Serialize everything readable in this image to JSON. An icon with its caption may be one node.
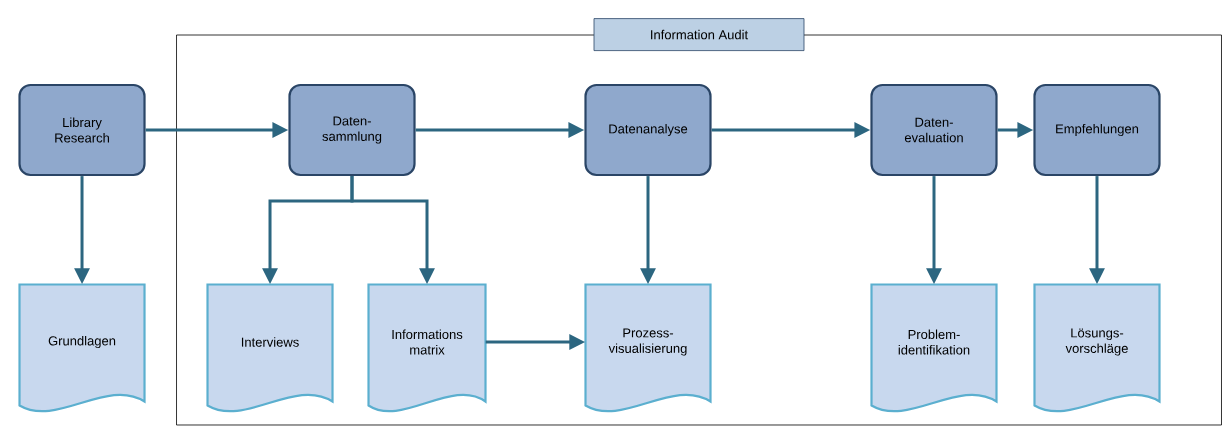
{
  "diagram": {
    "nodes": [
      {
        "text": [
          "Information Audit"
        ]
      },
      {
        "text": [
          "Library Research"
        ]
      },
      {
        "text": [
          "Daten- sammlung"
        ],
        "in": 0
      },
      {
        "text": [
          "Datenanalyse"
        ],
        "in": 0
      },
      {
        "text": [
          "Daten- evaluation"
        ],
        "in": 0
      },
      {
        "text": [
          "Empfehlungen"
        ],
        "in": 0
      },
      {
        "text": [
          "Grundlagen"
        ]
      },
      {
        "text": [
          "Interviews"
        ],
        "in": 0
      },
      {
        "text": [
          "Informations matrix"
        ],
        "in": 0
      },
      {
        "text": [
          "Prozess- visualisierung"
        ],
        "in": 0
      },
      {
        "text": [
          "Problem- identifikation"
        ],
        "in": 0
      },
      {
        "text": [
          "Lösungs- vorschläge"
        ],
        "in": 0
      }
    ],
    "edges": [
      {
        "from": 1,
        "to": 2,
        "arrow": "to"
      },
      {
        "from": 2,
        "to": 3,
        "arrow": "to"
      },
      {
        "from": 3,
        "to": 4,
        "arrow": "to"
      },
      {
        "from": 4,
        "to": 5,
        "arrow": "to"
      },
      {
        "from": 1,
        "to": 6,
        "arrow": "to"
      },
      {
        "from": 2,
        "to": 7,
        "arrow": "to"
      },
      {
        "from": 2,
        "to": 8,
        "arrow": "to"
      },
      {
        "from": 3,
        "to": 9,
        "arrow": "to"
      },
      {
        "from": 8,
        "to": 9,
        "arrow": "to"
      },
      {
        "from": 4,
        "to": 10,
        "arrow": "to"
      },
      {
        "from": 5,
        "to": 11,
        "arrow": "to"
      }
    ]
  }
}
